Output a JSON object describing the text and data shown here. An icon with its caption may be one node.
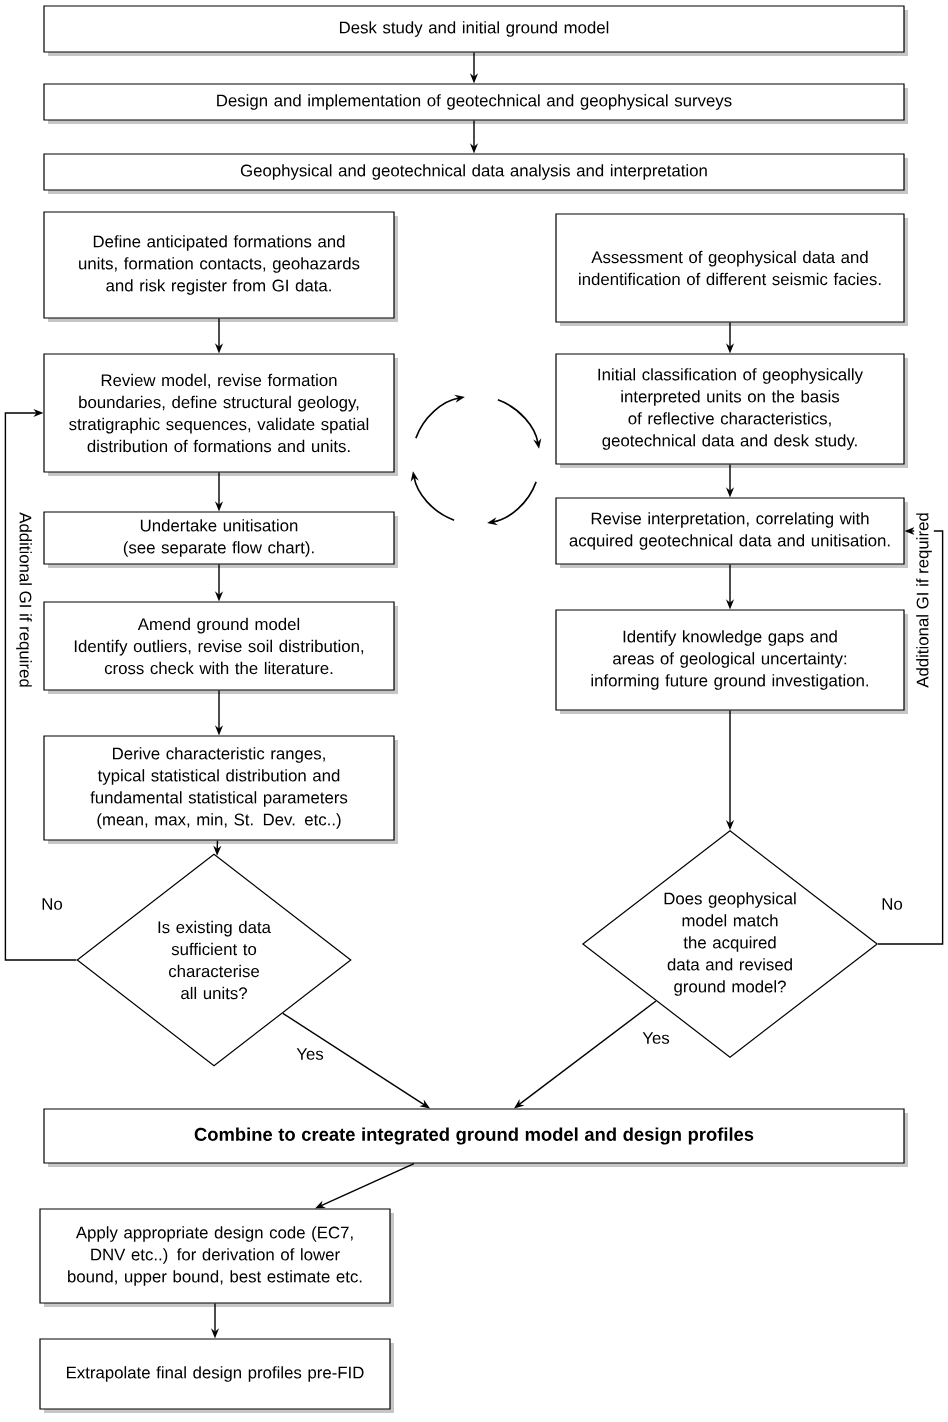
{
  "diagram": {
    "nodes": [
      {
        "text": [
          "Desk study and initial ground model"
        ]
      },
      {
        "text": [
          "Design and implementation of geotechnical and geophysical surveys"
        ]
      },
      {
        "text": [
          "Geophysical and geotechnical data analysis and interpretation"
        ]
      },
      {
        "text": [
          "Define anticipated formations and units, formation contacts, geohazards and risk register from GI data."
        ]
      },
      {
        "text": [
          "Assessment of geophysical data and indentification of different seismic facies."
        ]
      },
      {
        "text": [
          "Review model, revise formation boundaries, define structural geology, stratigraphic sequences, validate spatial distribution of formations and units."
        ]
      },
      {
        "text": [
          "Initial classification of geophysically interpreted units on the basis of reflective characteristics, geotechnical data and desk study."
        ]
      },
      {
        "text": [
          "Undertake unitisation (see separate flow chart)."
        ]
      },
      {
        "text": [
          "Revise interpretation, correlating with acquired geotechnical data and unitisation."
        ]
      },
      {
        "text": [
          "Amend ground model",
          "Identify outliers, revise soil distribution, cross check with the literature."
        ]
      },
      {
        "text": [
          "Identify knowledge gaps and areas of geological uncertainty: informing future ground investigation."
        ]
      },
      {
        "text": [
          "Derive characteristic ranges, typical statistical distribution and fundamental statistical parameters (mean, max, min, St. Dev. etc..)"
        ]
      },
      {
        "text": [
          "Is existing data sufficient to characterise all units?"
        ]
      },
      {
        "text": [
          "Does geophysical model match the acquired data and revised ground model?"
        ]
      },
      {
        "text": [
          "Combine to create integrated ground model and design profiles"
        ]
      },
      {
        "text": [
          "Apply appropriate design code (EC7, DNV etc..) for derivation of lower bound, upper bound, best estimate etc."
        ]
      },
      {
        "text": [
          "Extrapolate final design profiles pre-FID"
        ]
      }
    ],
    "edges": [
      {
        "from": 0,
        "to": 1,
        "arrow": "to"
      },
      {
        "from": 1,
        "to": 2,
        "arrow": "to"
      },
      {
        "from": 3,
        "to": 5,
        "arrow": "to"
      },
      {
        "from": 4,
        "to": 6,
        "arrow": "to"
      },
      {
        "from": 5,
        "to": 7,
        "arrow": "to"
      },
      {
        "from": 7,
        "to": 9,
        "arrow": "to"
      },
      {
        "from": 9,
        "to": 11,
        "arrow": "to"
      },
      {
        "from": 11,
        "to": 12,
        "arrow": "to"
      },
      {
        "from": 12,
        "to": 5,
        "arrow": "to",
        "label": "No"
      },
      {
        "from": 6,
        "to": 8,
        "arrow": "to"
      },
      {
        "from": 8,
        "to": 10,
        "arrow": "to"
      },
      {
        "from": 10,
        "to": 13,
        "arrow": "to"
      },
      {
        "from": 13,
        "to": 8,
        "arrow": "to",
        "label": "No"
      },
      {
        "from": 12,
        "to": 14,
        "arrow": "to",
        "label": "Yes"
      },
      {
        "from": 13,
        "to": 14,
        "arrow": "to",
        "label": "Yes"
      },
      {
        "from": 14,
        "to": 15,
        "arrow": "to"
      },
      {
        "from": 15,
        "to": 16,
        "arrow": "to"
      }
    ],
    "labels": [
      "Additional GI if required",
      "Additional GI if required"
    ]
  }
}
